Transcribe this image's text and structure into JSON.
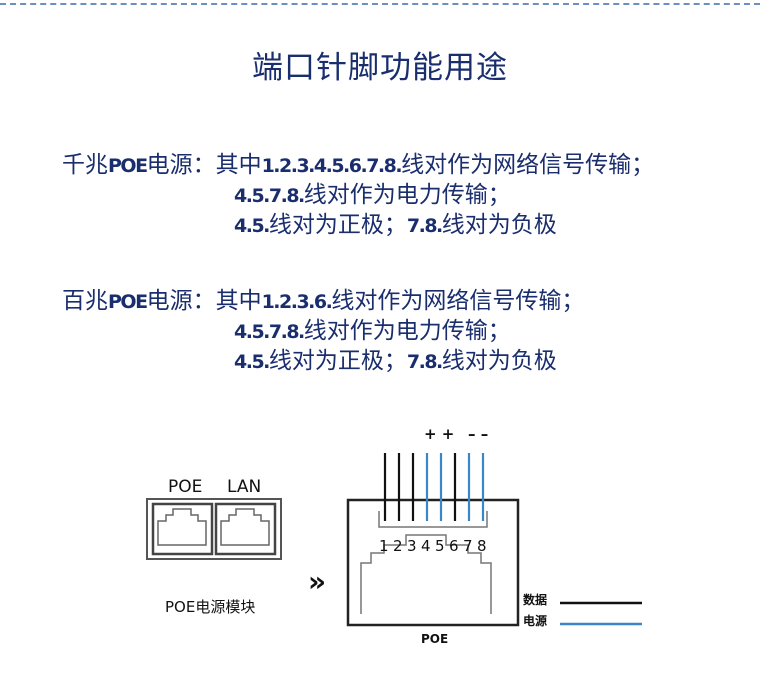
{
  "title": "端口针脚功能用途",
  "gigabit": {
    "lead": "千兆",
    "poe": "POE",
    "power_label": "电源：",
    "l1_prefix": "其中",
    "l1_pins": "1.2.3.4.5.6.7.8.",
    "l1_text": "线对作为网络信号传输；",
    "l2_pins": "4.5.7.8.",
    "l2_text": "线对作为电力传输；",
    "l3_pins_a": "4.5.",
    "l3_text_a": "线对为正极；",
    "l3_pins_b": "7.8.",
    "l3_text_b": "线对为负极"
  },
  "fast": {
    "lead": "百兆",
    "poe": "POE",
    "power_label": "电源：",
    "l1_prefix": "其中",
    "l1_pins": "1.2.3.6.",
    "l1_text": "线对作为网络信号传输；",
    "l2_pins": "4.5.7.8.",
    "l2_text": "线对作为电力传输；",
    "l3_pins_a": "4.5.",
    "l3_text_a": "线对为正极；",
    "l3_pins_b": "7.8.",
    "l3_text_b": "线对为负极"
  },
  "diagram": {
    "module_port_labels": [
      "POE",
      "LAN"
    ],
    "module_caption": "POE电源模块",
    "arrow": "»",
    "pins": [
      "1",
      "2",
      "3",
      "4",
      "5",
      "6",
      "7",
      "8"
    ],
    "pin_roles": [
      "data",
      "data",
      "data",
      "power",
      "power",
      "data",
      "power",
      "power"
    ],
    "polarity_plus": "+ +",
    "polarity_minus": "– –",
    "jack_caption": "POE",
    "legend": [
      {
        "label": "数据",
        "role": "data"
      },
      {
        "label": "电源",
        "role": "power"
      }
    ],
    "colors": {
      "data": "#111111",
      "power": "#3a86c8",
      "text": "#1a2e6e"
    }
  }
}
